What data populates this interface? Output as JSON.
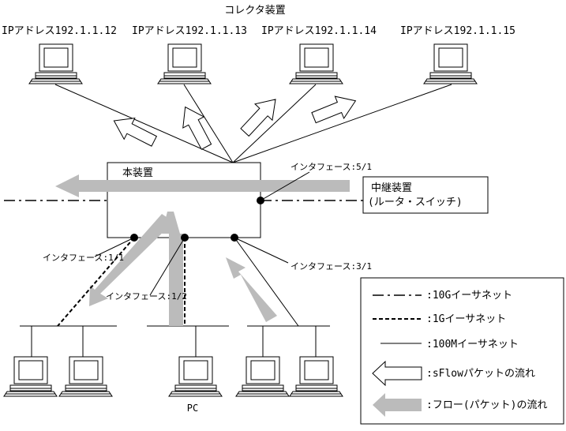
{
  "title": "コレクタ装置",
  "collectors": [
    {
      "label": "IPアドレス192.1.1.12"
    },
    {
      "label": "IPアドレス192.1.1.13"
    },
    {
      "label": "IPアドレス192.1.1.14"
    },
    {
      "label": "IPアドレス192.1.1.15"
    }
  ],
  "main_device": {
    "label": "本装置"
  },
  "relay_device": {
    "line1": "中継装置",
    "line2": "(ルータ・スイッチ)"
  },
  "interfaces": {
    "if51": "インタフェース:5/1",
    "if11": "インタフェース:1/1",
    "if12": "インタフェース:1/2",
    "if31": "インタフェース:3/1"
  },
  "pc_label": "PC",
  "legend": {
    "ten_g": ":10Gイーサネット",
    "one_g": ":1Gイーサネット",
    "hundred_m": ":100Mイーサネット",
    "sflow": ":sFlowパケットの流れ",
    "flow": ":フロー(パケット)の流れ"
  }
}
